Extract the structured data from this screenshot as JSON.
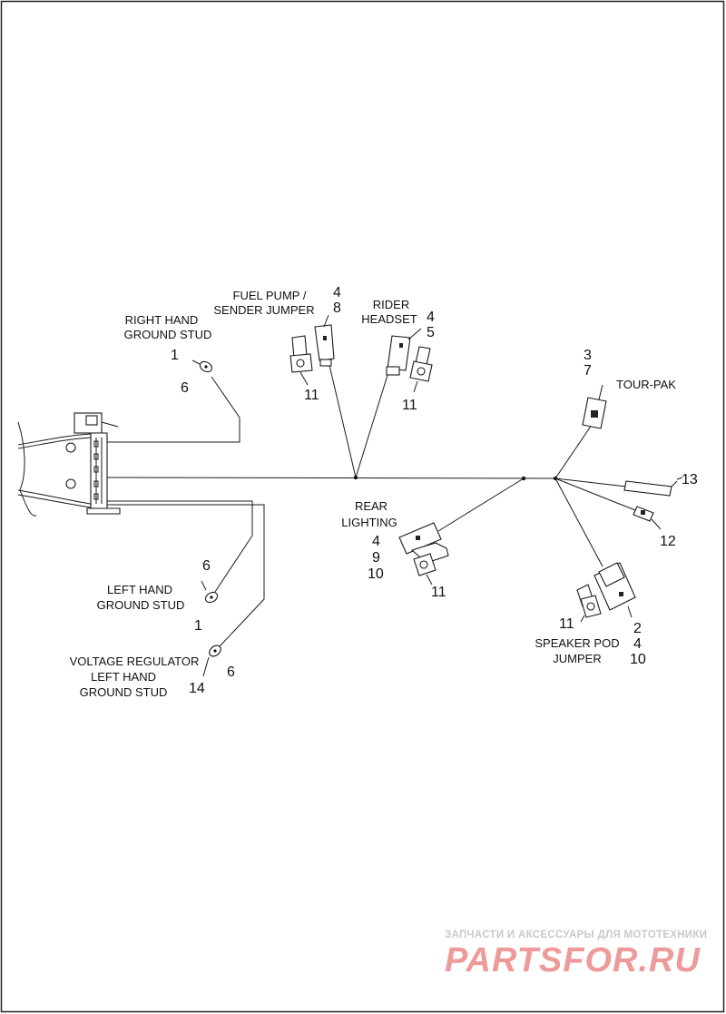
{
  "labels": {
    "right_hand_ground_stud": [
      "RIGHT HAND",
      "GROUND STUD"
    ],
    "fuel_pump_sender_jumper": [
      "FUEL PUMP /",
      "SENDER JUMPER"
    ],
    "rider_headset": [
      "RIDER",
      "HEADSET"
    ],
    "tour_pak": "TOUR-PAK",
    "rear_lighting": [
      "REAR",
      "LIGHTING"
    ],
    "left_hand_ground_stud": [
      "LEFT HAND",
      "GROUND STUD"
    ],
    "voltage_regulator": [
      "VOLTAGE REGULATOR",
      "LEFT HAND",
      "GROUND STUD"
    ],
    "speaker_pod_jumper": [
      "SPEAKER POD",
      "JUMPER"
    ]
  },
  "callouts": {
    "rh_stud": [
      "1",
      "6"
    ],
    "fuel_pump": [
      "4",
      "8",
      "11"
    ],
    "rider_headset": [
      "4",
      "5",
      "11"
    ],
    "tour_pak": [
      "3",
      "7"
    ],
    "item_13": "13",
    "item_12": "12",
    "rear_lighting": [
      "4",
      "9",
      "10",
      "11"
    ],
    "speaker_pod": [
      "11",
      "2",
      "4",
      "10"
    ],
    "lh_stud": [
      "6",
      "1"
    ],
    "voltage_regulator": [
      "14",
      "6"
    ]
  },
  "watermark": {
    "tagline": "ЗАПЧАСТИ И АКСЕССУАРЫ ДЛЯ МОТОТЕХНИКИ",
    "brand": "PARTSFOR.RU"
  },
  "colors": {
    "line": "#1a1a1a",
    "watermark_brand": "#ef9a9a",
    "watermark_tagline": "#c9c9c9"
  }
}
